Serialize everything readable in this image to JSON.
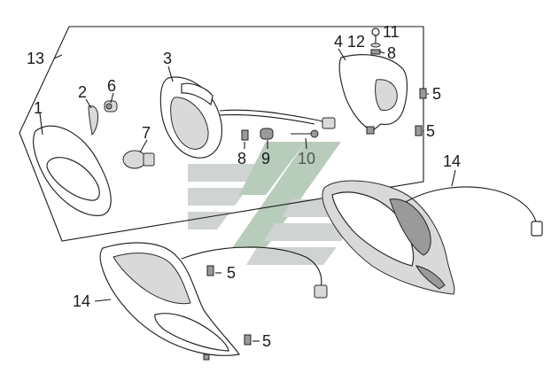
{
  "diagram": {
    "callouts": {
      "c1": "1",
      "c2": "2",
      "c3": "3",
      "c4": "4",
      "c5a": "5",
      "c5b": "5",
      "c5c": "5",
      "c5d": "5",
      "c6": "6",
      "c7": "7",
      "c8a": "8",
      "c8b": "8",
      "c9": "9",
      "c10": "10",
      "c11": "11",
      "c12": "12",
      "c13": "13",
      "c14a": "14",
      "c14b": "14"
    }
  }
}
